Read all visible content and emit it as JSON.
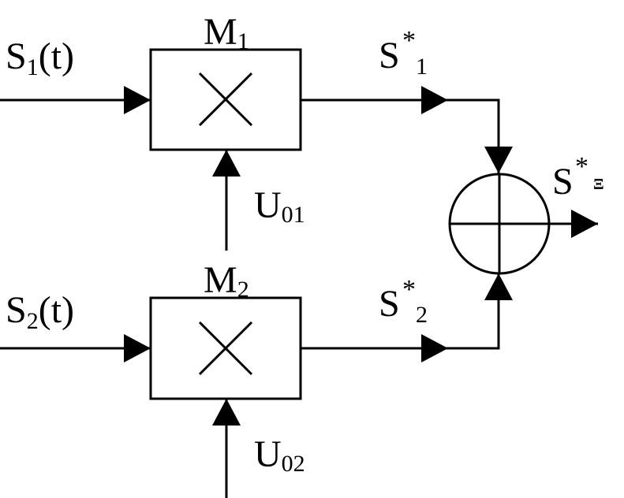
{
  "inputs": {
    "s1": {
      "base": "S",
      "sub": "1",
      "tail": "(t)"
    },
    "s2": {
      "base": "S",
      "sub": "2",
      "tail": "(t)"
    }
  },
  "multipliers": {
    "m1": {
      "base": "M",
      "sub": "1",
      "symbol": "×"
    },
    "m2": {
      "base": "M",
      "sub": "2",
      "symbol": "×"
    }
  },
  "references": {
    "u01": {
      "base": "U",
      "sub": "01"
    },
    "u02": {
      "base": "U",
      "sub": "02"
    }
  },
  "outputs": {
    "s1_star": {
      "base": "S",
      "sup": "*",
      "sub": "1"
    },
    "s2_star": {
      "base": "S",
      "sup": "*",
      "sub": "2"
    },
    "sum_star": {
      "base": "S",
      "sup": "*",
      "sub": "Ξ"
    }
  },
  "adder": {
    "symbol": "⊕"
  }
}
